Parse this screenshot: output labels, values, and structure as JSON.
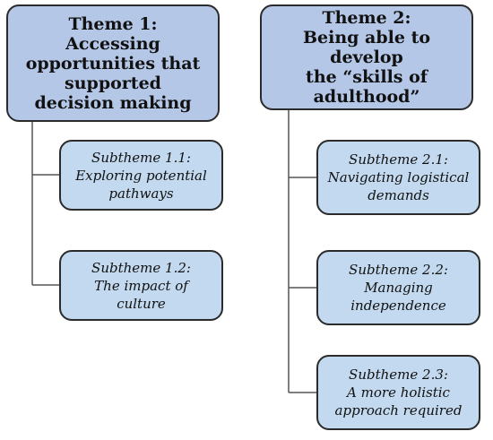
{
  "themes": [
    {
      "lines": [
        "Theme 1:",
        "Accessing",
        "opportunities that",
        "supported",
        "decision making"
      ],
      "subthemes": [
        {
          "lines": [
            "Subtheme 1.1:",
            "Exploring potential",
            "pathways"
          ]
        },
        {
          "lines": [
            "Subtheme 1.2:",
            "The impact of culture"
          ]
        }
      ]
    },
    {
      "lines": [
        "Theme 2:",
        "Being able to develop",
        "the “skills of",
        "adulthood”"
      ],
      "subthemes": [
        {
          "lines": [
            "Subtheme 2.1:",
            "Navigating logistical",
            "demands"
          ]
        },
        {
          "lines": [
            "Subtheme 2.2:",
            "Managing",
            "independence"
          ]
        },
        {
          "lines": [
            "Subtheme 2.3:",
            "A more holistic",
            "approach required"
          ]
        }
      ]
    }
  ],
  "colors": {
    "theme_fill": "#b4c7e7",
    "subtheme_fill": "#c2d9ef",
    "border": "#2b2b2b",
    "connector": "#555555"
  }
}
